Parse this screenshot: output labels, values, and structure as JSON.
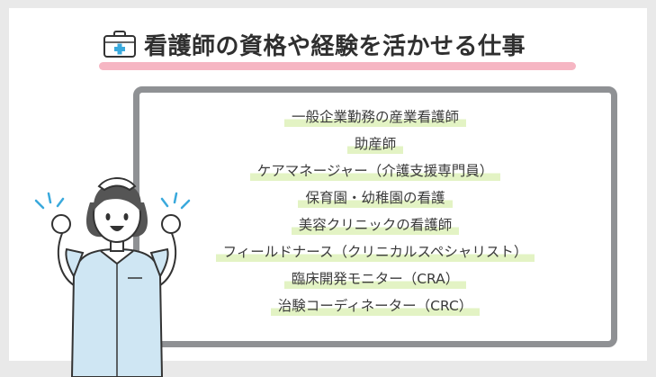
{
  "title": "看護師の資格や経験を活かせる仕事",
  "jobs": [
    "一般企業勤務の産業看護師",
    "助産師",
    "ケアマネージャー（介護支援専門員）",
    "保育園・幼稚園の看護",
    "美容クリニックの看護師",
    "フィールドナース（クリニカルスペシャリスト）",
    "臨床開発モニター（CRA）",
    "治験コーディネーター（CRC）"
  ],
  "colors": {
    "title_underline": "#f6b6c3",
    "highlight": "#e3f3c4",
    "board_border": "#8f9194",
    "uniform": "#cfe6f3",
    "medical_cross": "#3aa9dc"
  },
  "icons": [
    "medical-kit-icon",
    "nurse-illustration"
  ]
}
